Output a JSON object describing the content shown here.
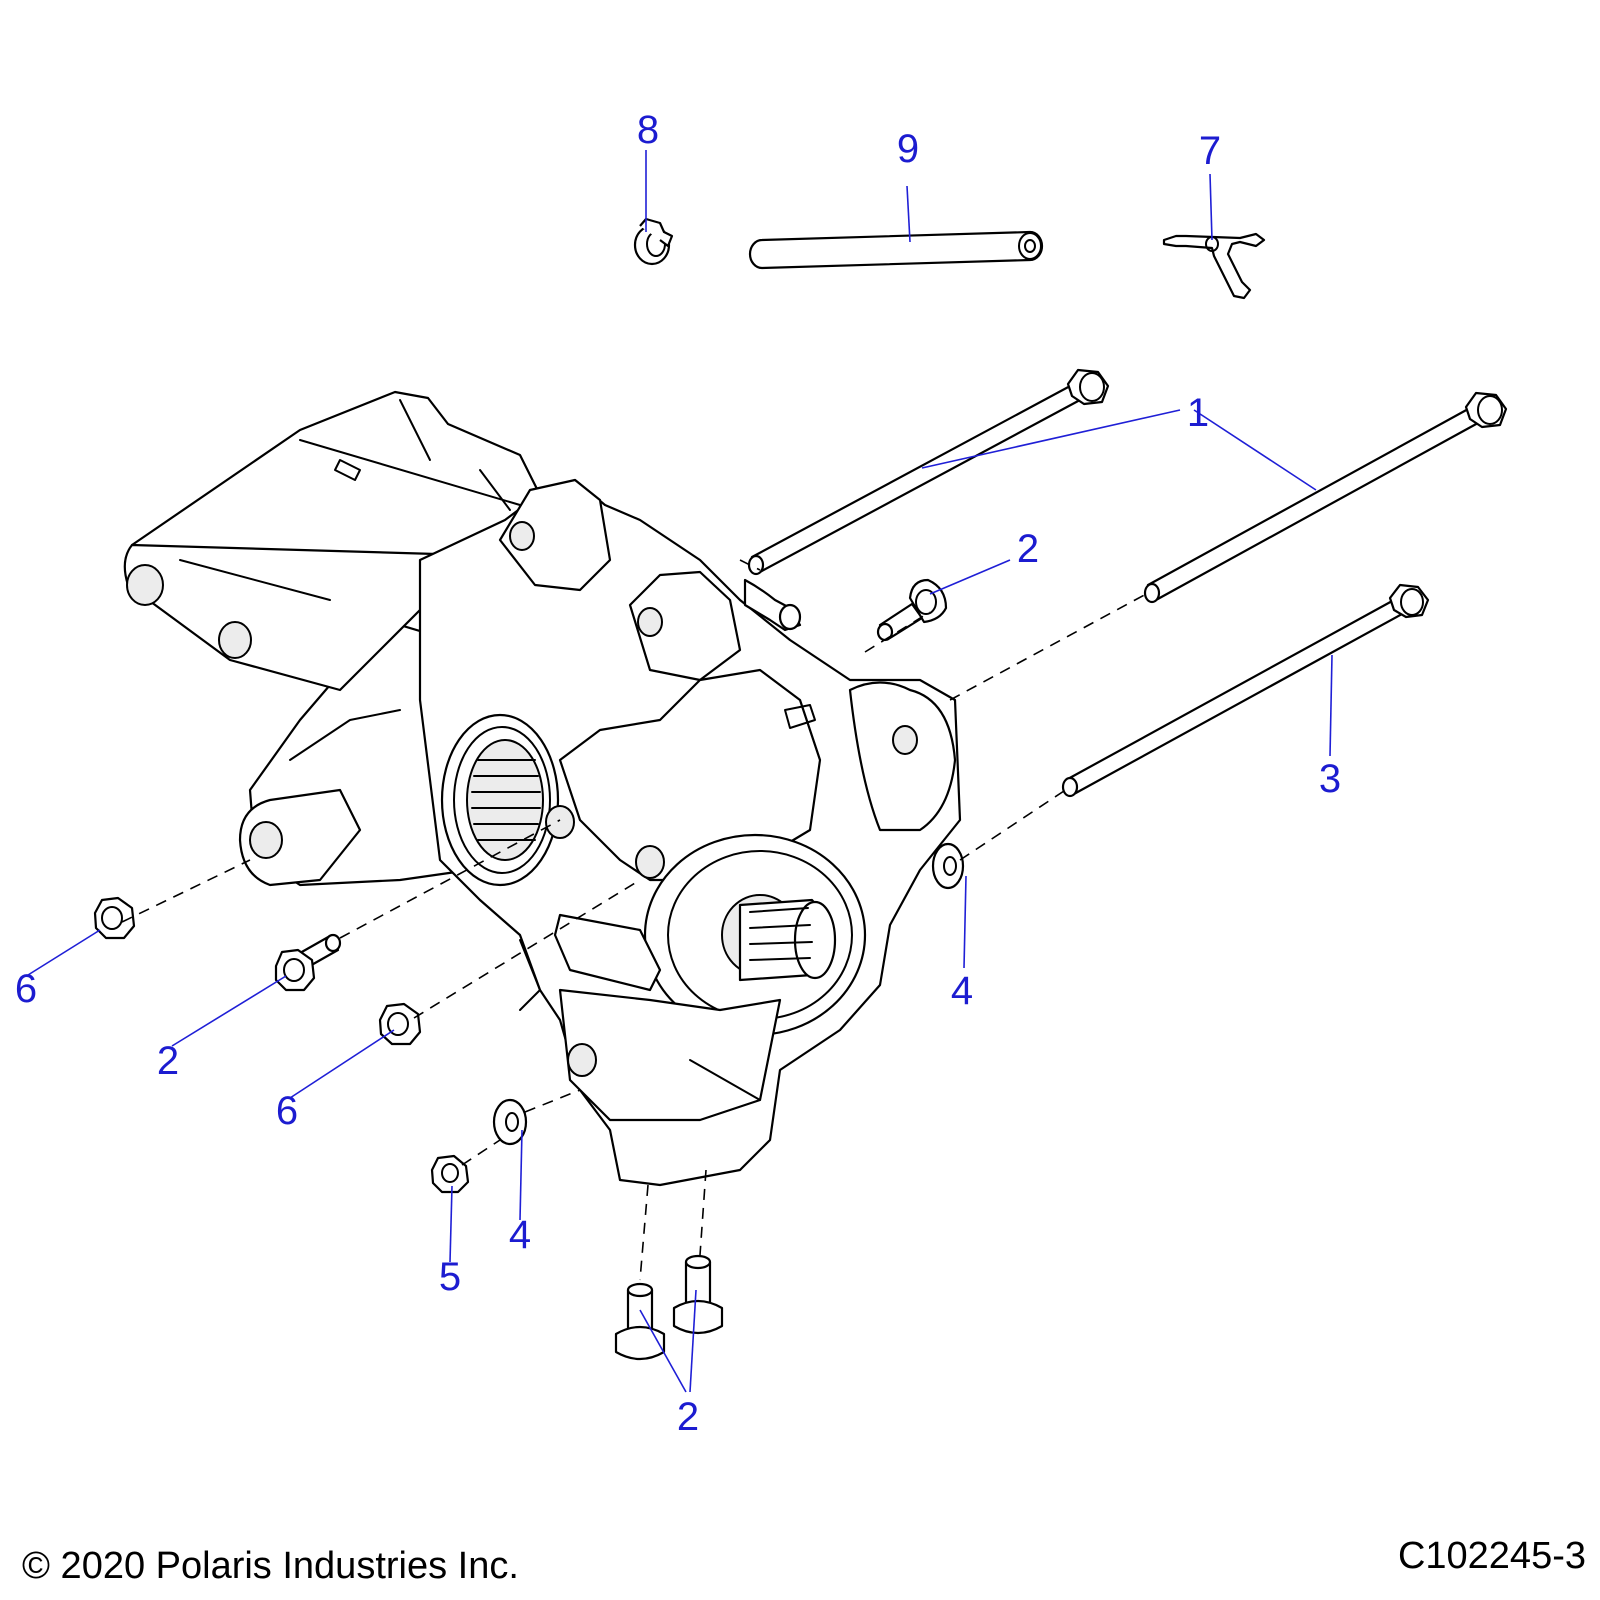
{
  "diagram": {
    "callouts": [
      "8",
      "9",
      "7",
      "1",
      "2",
      "3",
      "4",
      "6",
      "2",
      "6",
      "4",
      "5",
      "2"
    ],
    "copyright": "© 2020 Polaris Industries Inc.",
    "drawing_number": "C102245-3"
  },
  "colors": {
    "callout": "#1c1cd0",
    "line": "#000000",
    "background": "#ffffff"
  }
}
